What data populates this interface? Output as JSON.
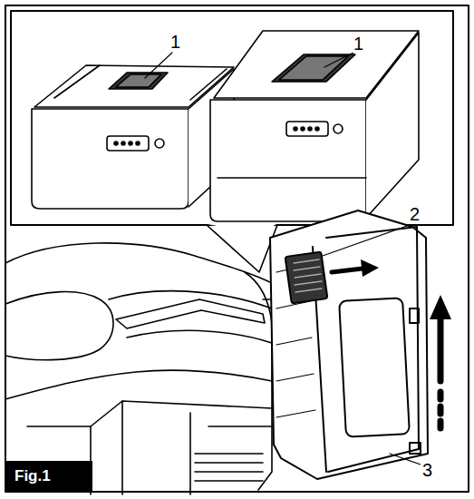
{
  "diagram": {
    "nodes": [
      {
        "text": [
          "Fig.1"
        ]
      }
    ],
    "labels": [
      "1",
      "1",
      "2",
      "3"
    ]
  }
}
